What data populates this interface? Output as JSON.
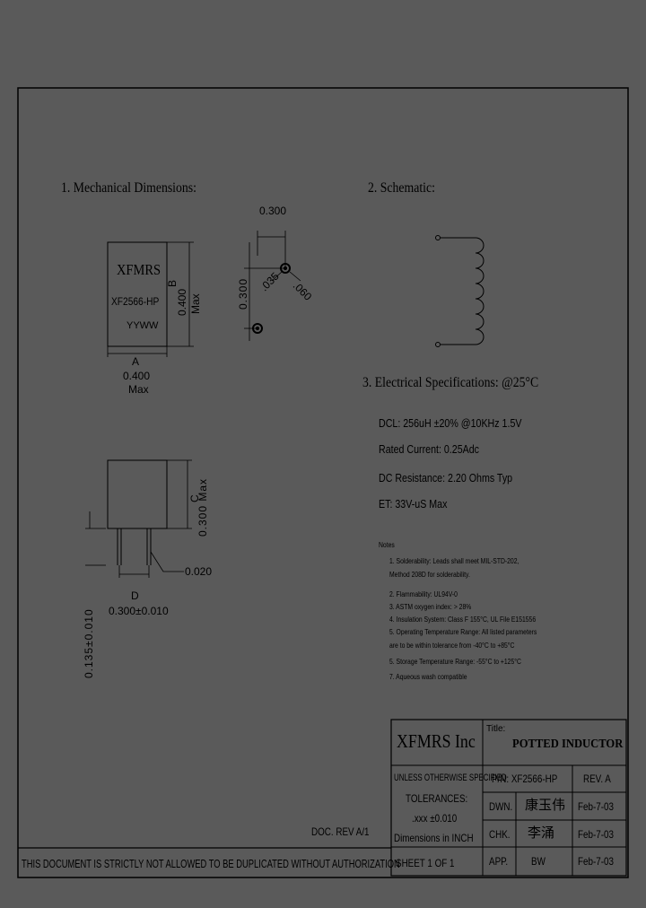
{
  "sections": {
    "mechanical": "1. Mechanical Dimensions:",
    "schematic": "2. Schematic:",
    "electrical": "3. Electrical   Specifications: @25°C"
  },
  "part_top": {
    "brand": "XFMRS",
    "part": "XF2566-HP",
    "date_code": "YYWW"
  },
  "dimensions": {
    "a_letter": "A",
    "a_value": "0.400",
    "a_max": "Max",
    "b_letter": "B",
    "b_value": "0.400",
    "b_max": "Max",
    "c_letter": "C",
    "c_value": "0.300 Max",
    "d_letter": "D",
    "d_value": "0.300±0.010",
    "pin_dia": "0.020",
    "lead_len": "0.135±0.010",
    "pad_spacing_h": "0.300",
    "pad_spacing_v": "0.300",
    "pad_hole": ".035",
    "pad_outer": ".060"
  },
  "electrical": {
    "dcl": "DCL: 256uH ±20% @10KHz 1.5V",
    "rated_current": "Rated Current:  0.25Adc",
    "dc_resistance": "DC Resistance:  2.20 Ohms Typ",
    "et": "ET:  33V-uS Max"
  },
  "notes": {
    "title": "Notes",
    "items": [
      "1. Solderability: Leads shall meet MIL-STD-202,",
      "    Method 208D for solderability.",
      "2. Flammability: UL94V-0",
      "3. ASTM oxygen index: > 28%",
      "4. Insulation System: Class F 155°C, UL File E151556",
      "5. Operating Temperature Range: All listed parameters",
      "    are to be within tolerance from -40°C to +85°C",
      "5. Storage Temperature Range: -55°C to +125°C",
      "7. Aqueous wash compatible"
    ]
  },
  "title_block": {
    "company": "XFMRS Inc",
    "title_label": "Title:",
    "title": "POTTED   INDUCTOR",
    "unless": "UNLESS OTHERWISE SPECIFIED",
    "tolerances": "TOLERANCES:",
    "tol_value": ".xxx ±0.010",
    "units": "Dimensions in INCH",
    "pn": "P/N: XF2566-HP",
    "rev": "REV. A",
    "dwn_label": "DWN.",
    "dwn_name": "康玉伟",
    "dwn_date": "Feb-7-03",
    "chk_label": "CHK.",
    "chk_name": "李涌",
    "chk_date": "Feb-7-03",
    "app_label": "APP.",
    "app_name": "BW",
    "app_date": "Feb-7-03",
    "sheet": "SHEET  1  OF  1"
  },
  "doc_rev": "DOC. REV A/1",
  "footer": "THIS DOCUMENT IS STRICTLY NOT ALLOWED TO BE DUPLICATED WITHOUT AUTHORIZATION"
}
